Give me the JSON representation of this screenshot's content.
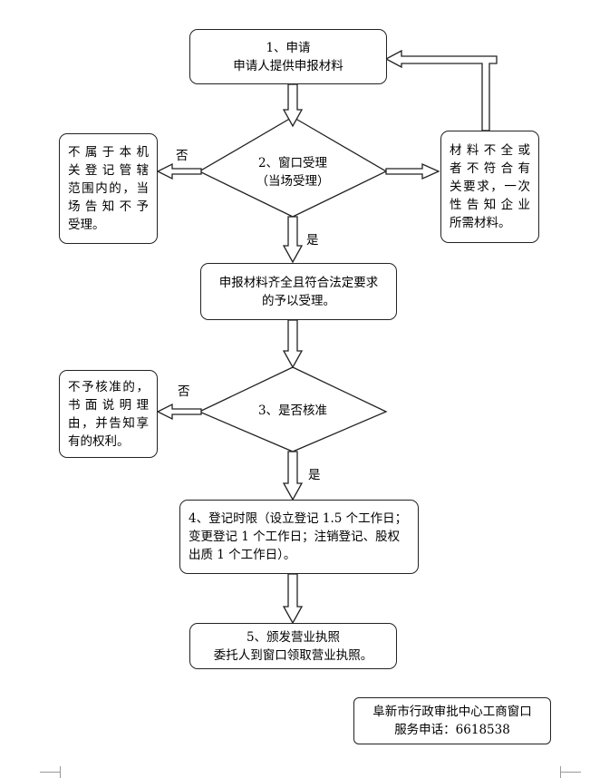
{
  "diagram": {
    "step1": {
      "line1": "1、申请",
      "line2": "申请人提供申报材料"
    },
    "step2": {
      "line1": "2、窗口受理",
      "line2": "（当场受理）"
    },
    "reject_left": {
      "lines": [
        "不属于本机",
        "关登记管辖",
        "范围内的，当",
        "场告知不予",
        "受理。"
      ]
    },
    "reject_right": {
      "lines": [
        "材料不全或",
        "者不符合有",
        "关要求，一次",
        "性告知企业",
        "所需材料。"
      ]
    },
    "accept": {
      "line1": "申报材料齐全且符合法定要求",
      "line2": "的予以受理。"
    },
    "step3": {
      "line1": "3、是否核准"
    },
    "deny": {
      "lines": [
        "不予核准的，",
        "书面说明理",
        "由，并告知享",
        "有的权利。"
      ]
    },
    "step4": {
      "line1": "4、登记时限（设立登记 1.5 个工作日；",
      "line2": "变更登记 1 个工作日；注销登记、股权",
      "line3": "出质 1 个工作日）。"
    },
    "step5": {
      "line1": "5、颁发营业执照",
      "line2": "委托人到窗口领取营业执照。"
    },
    "contact": {
      "line1": "阜新市行政审批中心工商窗口",
      "line2": "服务申话：6618538"
    },
    "labels": {
      "no1": "否",
      "yes1": "是",
      "no2": "否",
      "yes2": "是"
    }
  }
}
